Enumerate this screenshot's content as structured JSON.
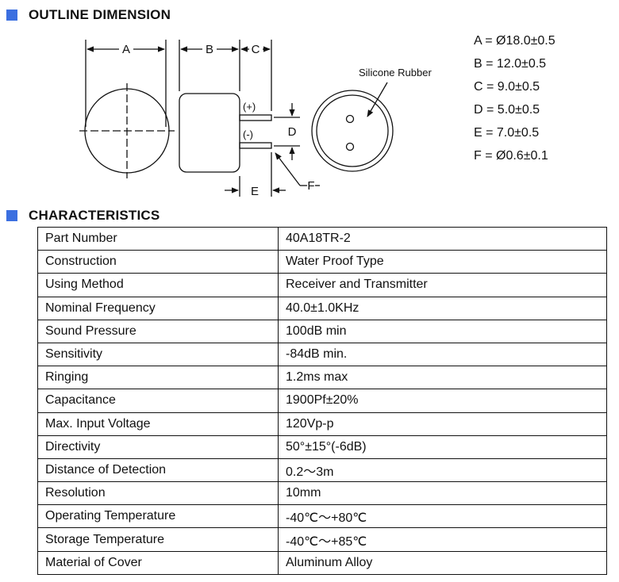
{
  "outline": {
    "title": "OUTLINE DIMENSION",
    "labels": {
      "a": "A",
      "b": "B",
      "c": "C",
      "d": "D",
      "e": "E",
      "f": "F",
      "plus": "(+)",
      "minus": "(-)",
      "silicone": "Silicone Rubber"
    },
    "dimensions": [
      "A = Ø18.0±0.5",
      "B = 12.0±0.5",
      "C = 9.0±0.5",
      "D = 5.0±0.5",
      "E = 7.0±0.5",
      "F = Ø0.6±0.1"
    ]
  },
  "characteristics": {
    "title": "CHARACTERISTICS",
    "rows": [
      {
        "k": "Part Number",
        "v": "40A18TR-2"
      },
      {
        "k": "Construction",
        "v": "Water Proof Type"
      },
      {
        "k": "Using Method",
        "v": "Receiver and Transmitter"
      },
      {
        "k": "Nominal Frequency",
        "v": "40.0±1.0KHz"
      },
      {
        "k": "Sound Pressure",
        "v": "100dB min"
      },
      {
        "k": "Sensitivity",
        "v": "-84dB min."
      },
      {
        "k": "Ringing",
        "v": "1.2ms max"
      },
      {
        "k": "Capacitance",
        "v": "1900Pf±20%"
      },
      {
        "k": "Max. Input Voltage",
        "v": "120Vp-p"
      },
      {
        "k": "Directivity",
        "v": "50°±15°(-6dB)"
      },
      {
        "k": "Distance of Detection",
        "v": "0.2～3m"
      },
      {
        "k": "Resolution",
        "v": "10mm"
      },
      {
        "k": "Operating Temperature",
        "v": "-40℃～+80℃"
      },
      {
        "k": "Storage Temperature",
        "v": "-40℃～+85℃"
      },
      {
        "k": "Material of Cover",
        "v": "Aluminum Alloy"
      }
    ]
  }
}
